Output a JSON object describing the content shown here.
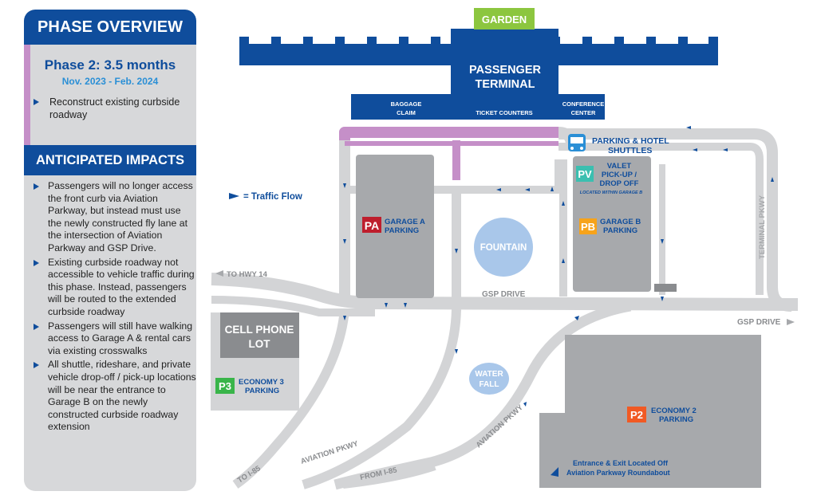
{
  "panel": {
    "phase_header": "PHASE OVERVIEW",
    "phase_title": "Phase 2: 3.5 months",
    "phase_dates": "Nov. 2023 - Feb. 2024",
    "phase_bullet": "Reconstruct existing curbside roadway",
    "impacts_header": "ANTICIPATED IMPACTS",
    "impacts": [
      "Passengers will no longer access the front curb via Aviation Parkway, but instead must use the newly constructed fly lane at the intersection of Aviation Parkway and GSP Drive.",
      "Existing curbside roadway not accessible to vehicle traffic during this phase. Instead, passengers will be routed to the extended curbside roadway",
      "Passengers will still have walking access to Garage A & rental cars via existing crosswalks",
      "All shuttle, rideshare, and private vehicle drop-off / pick-up locations will be near the entrance to Garage B on the newly constructed curbside roadway extension"
    ]
  },
  "map": {
    "garden": "GARDEN",
    "terminal_line1": "PASSENGER",
    "terminal_line2": "TERMINAL",
    "baggage_line1": "BAGGAGE",
    "baggage_line2": "CLAIM",
    "ticket_counters": "TICKET COUNTERS",
    "conference_line1": "CONFERENCE",
    "conference_line2": "CENTER",
    "shuttles_line1": "PARKING & HOTEL",
    "shuttles_line2": "SHUTTLES",
    "valet_badge": "PV",
    "valet_line1": "VALET",
    "valet_line2": "PICK-UP /",
    "valet_line3": "DROP OFF",
    "valet_note": "LOCATED WITHIN GARAGE B",
    "traffic_flow": "= Traffic Flow",
    "garage_a_badge": "PA",
    "garage_a_line1": "GARAGE A",
    "garage_a_line2": "PARKING",
    "garage_b_badge": "PB",
    "garage_b_line1": "GARAGE B",
    "garage_b_line2": "PARKING",
    "fountain": "FOUNTAIN",
    "terminal_pkwy": "TERMINAL PKWY",
    "to_hwy14": "TO HWY 14",
    "gsp_drive": "GSP DRIVE",
    "gsp_drive_east": "GSP DRIVE",
    "cell_line1": "CELL PHONE",
    "cell_line2": "LOT",
    "p3_badge": "P3",
    "p3_line1": "ECONOMY 3",
    "p3_line2": "PARKING",
    "water_line1": "WATER",
    "water_line2": "FALL",
    "p2_badge": "P2",
    "p2_line1": "ECONOMY 2",
    "p2_line2": "PARKING",
    "entrance_line1": "Entrance & Exit Located Off",
    "entrance_line2": "Aviation Parkway Roundabout",
    "aviation_pkwy_west": "AVIATION PKWY",
    "aviation_pkwy_east": "AVIATION PKWY",
    "to_i85": "TO I-85",
    "from_i85": "FROM I-85"
  },
  "colors": {
    "navy": "#0f4d9c",
    "road": "#d3d4d6",
    "building": "#a7a9ac",
    "curb_purple": "#c58fc8",
    "garden_green": "#8cc63f",
    "fountain_blue": "#a9c7ea",
    "pa_red": "#be1e2d",
    "pb_orange": "#f7a31a",
    "pv_teal": "#3bbfb0",
    "p3_green": "#39b54a",
    "p2_orange": "#f15a24"
  }
}
